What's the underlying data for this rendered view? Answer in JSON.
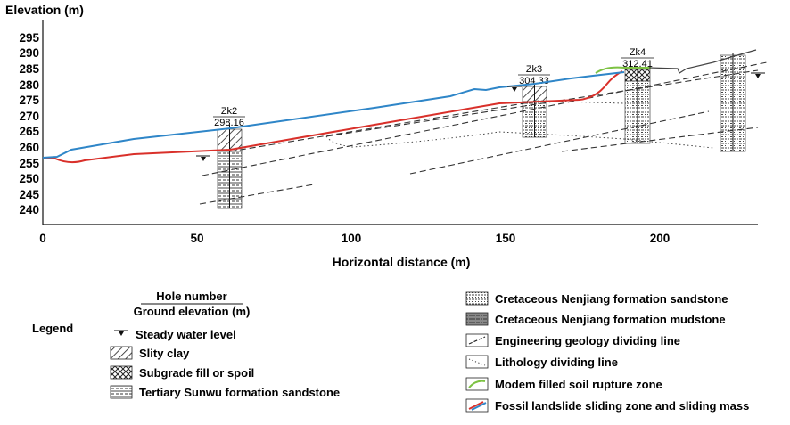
{
  "chart": {
    "ylabel": "Elevation (m)",
    "xlabel": "Horizontal distance (m)",
    "y_ticks": [
      "295",
      "290",
      "285",
      "280",
      "275",
      "270",
      "265",
      "260",
      "255",
      "250",
      "245",
      "240"
    ],
    "x_ticks": [
      "0",
      "50",
      "100",
      "150",
      "200"
    ]
  },
  "boreholes": [
    {
      "id": "Zk2",
      "elevation": "298.16"
    },
    {
      "id": "Zk3",
      "elevation": "304.33"
    },
    {
      "id": "Zk4",
      "elevation": "312.41"
    }
  ],
  "legend": {
    "title": "Legend",
    "hole_number": "Hole number",
    "ground_elevation": "Ground elevation (m)",
    "left_items": [
      {
        "icon": "water-level-icon",
        "label": "Steady water level"
      },
      {
        "icon": "silty-clay-hatch-icon",
        "label": "Slity clay"
      },
      {
        "icon": "subgrade-fill-crosshatch-icon",
        "label": "Subgrade fill or spoil"
      },
      {
        "icon": "tertiary-sandstone-pattern-icon",
        "label": "Tertiary Sunwu formation sandstone"
      }
    ],
    "right_items": [
      {
        "icon": "cretaceous-sandstone-pattern-icon",
        "label": "Cretaceous Nenjiang formation sandstone"
      },
      {
        "icon": "cretaceous-mudstone-pattern-icon",
        "label": "Cretaceous Nenjiang formation mudstone"
      },
      {
        "icon": "engineering-dividing-line-icon",
        "label": "Engineering geology dividing line"
      },
      {
        "icon": "lithology-dividing-line-icon",
        "label": "Lithology dividing line"
      },
      {
        "icon": "green-rupture-line-icon",
        "label": "Modem filled soil rupture zone"
      },
      {
        "icon": "red-blue-line-icon",
        "label": "Fossil landslide sliding zone and sliding mass"
      }
    ]
  },
  "colors": {
    "ground_surface": "#2f86c8",
    "sliding_zone": "#d9302a",
    "rupture_zone": "#7cc242",
    "strata_line": "#333333"
  }
}
